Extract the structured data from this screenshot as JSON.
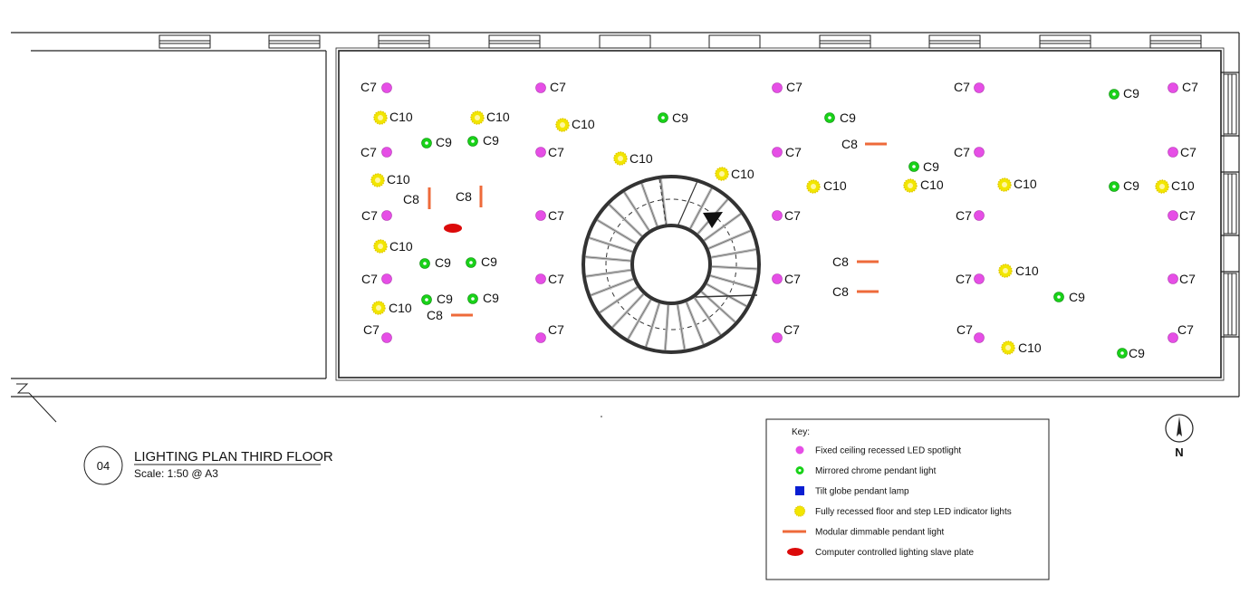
{
  "drawing": {
    "number": "04",
    "title": "LIGHTING PLAN THIRD FLOOR",
    "scale": "Scale: 1:50 @ A3",
    "north_label": "N"
  },
  "key": {
    "heading": "Key:",
    "items": [
      {
        "symbol": "spot",
        "label": "Fixed ceiling recessed LED spotlight"
      },
      {
        "symbol": "chrome",
        "label": "Mirrored chrome pendant light"
      },
      {
        "symbol": "globe",
        "label": "Tilt globe pendant lamp"
      },
      {
        "symbol": "floor",
        "label": "Fully recessed floor and step LED indicator lights"
      },
      {
        "symbol": "modular",
        "label": "Modular dimmable pendant light"
      },
      {
        "symbol": "slave",
        "label": "Computer controlled lighting slave plate"
      }
    ]
  },
  "colors": {
    "spot": "#e64ee6",
    "chrome": "#19d219",
    "globe": "#0a1ed2",
    "floor": "#f2e600",
    "modular": "#ee6a3a",
    "slave": "#dc0a0a",
    "line": "#222222"
  },
  "codes": {
    "spot": "C7",
    "chrome": "C9",
    "floor": "C10",
    "modular": "C8"
  }
}
